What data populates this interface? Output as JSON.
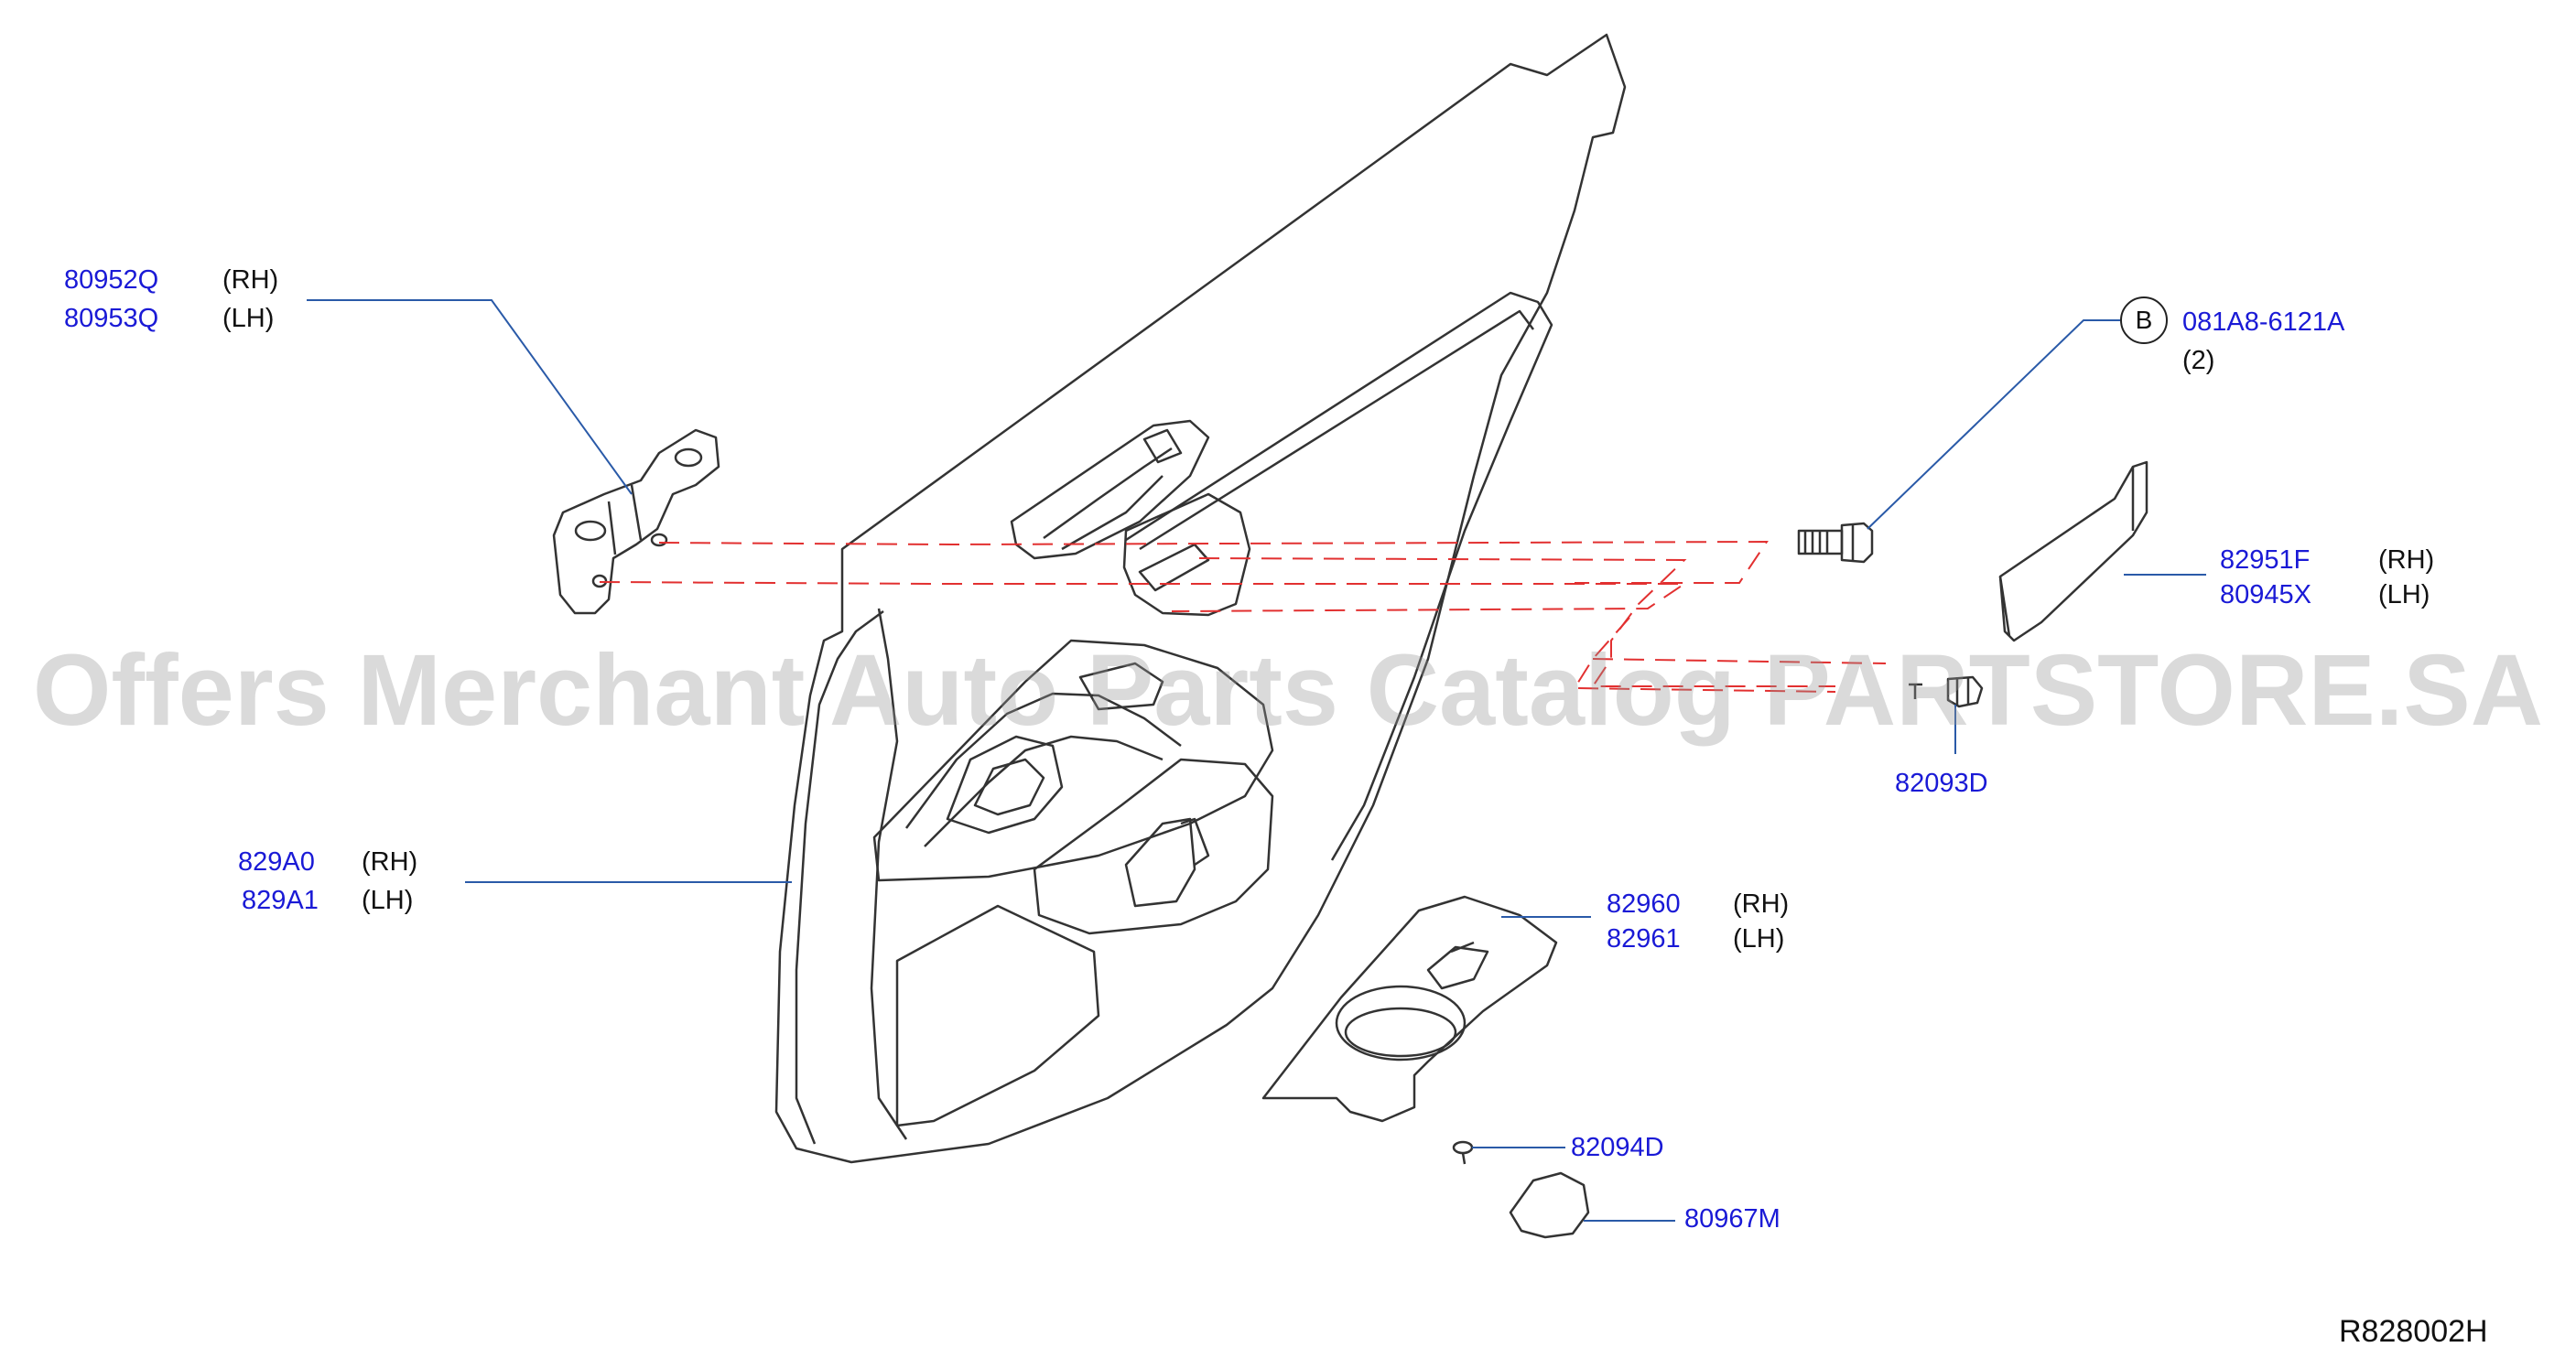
{
  "watermark": "Offers Merchant Auto Parts Catalog PARTSTORE.SA",
  "diagram_ref": "R828002H",
  "colors": {
    "part_number": "#1a1ad6",
    "leader": "#2a5aa8",
    "hidden_line": "#e23030",
    "outline": "#333333"
  },
  "callouts": {
    "bracket": {
      "rh": "80952Q",
      "lh": "80953Q",
      "rh_side": "(RH)",
      "lh_side": "(LH)"
    },
    "bolt": {
      "circle": "B",
      "part": "081A8-6121A",
      "qty": "(2)"
    },
    "pull_cover": {
      "rh": "82951F",
      "lh": "80945X",
      "rh_side": "(RH)",
      "lh_side": "(LH)"
    },
    "clip": {
      "part": "82093D"
    },
    "door_trim": {
      "rh": "829A0",
      "lh": "829A1",
      "rh_side": "(RH)",
      "lh_side": "(LH)"
    },
    "armrest": {
      "rh": "82960",
      "lh": "82961",
      "rh_side": "(RH)",
      "lh_side": "(LH)"
    },
    "screw": {
      "part": "82094D"
    },
    "cap": {
      "part": "80967M"
    }
  }
}
